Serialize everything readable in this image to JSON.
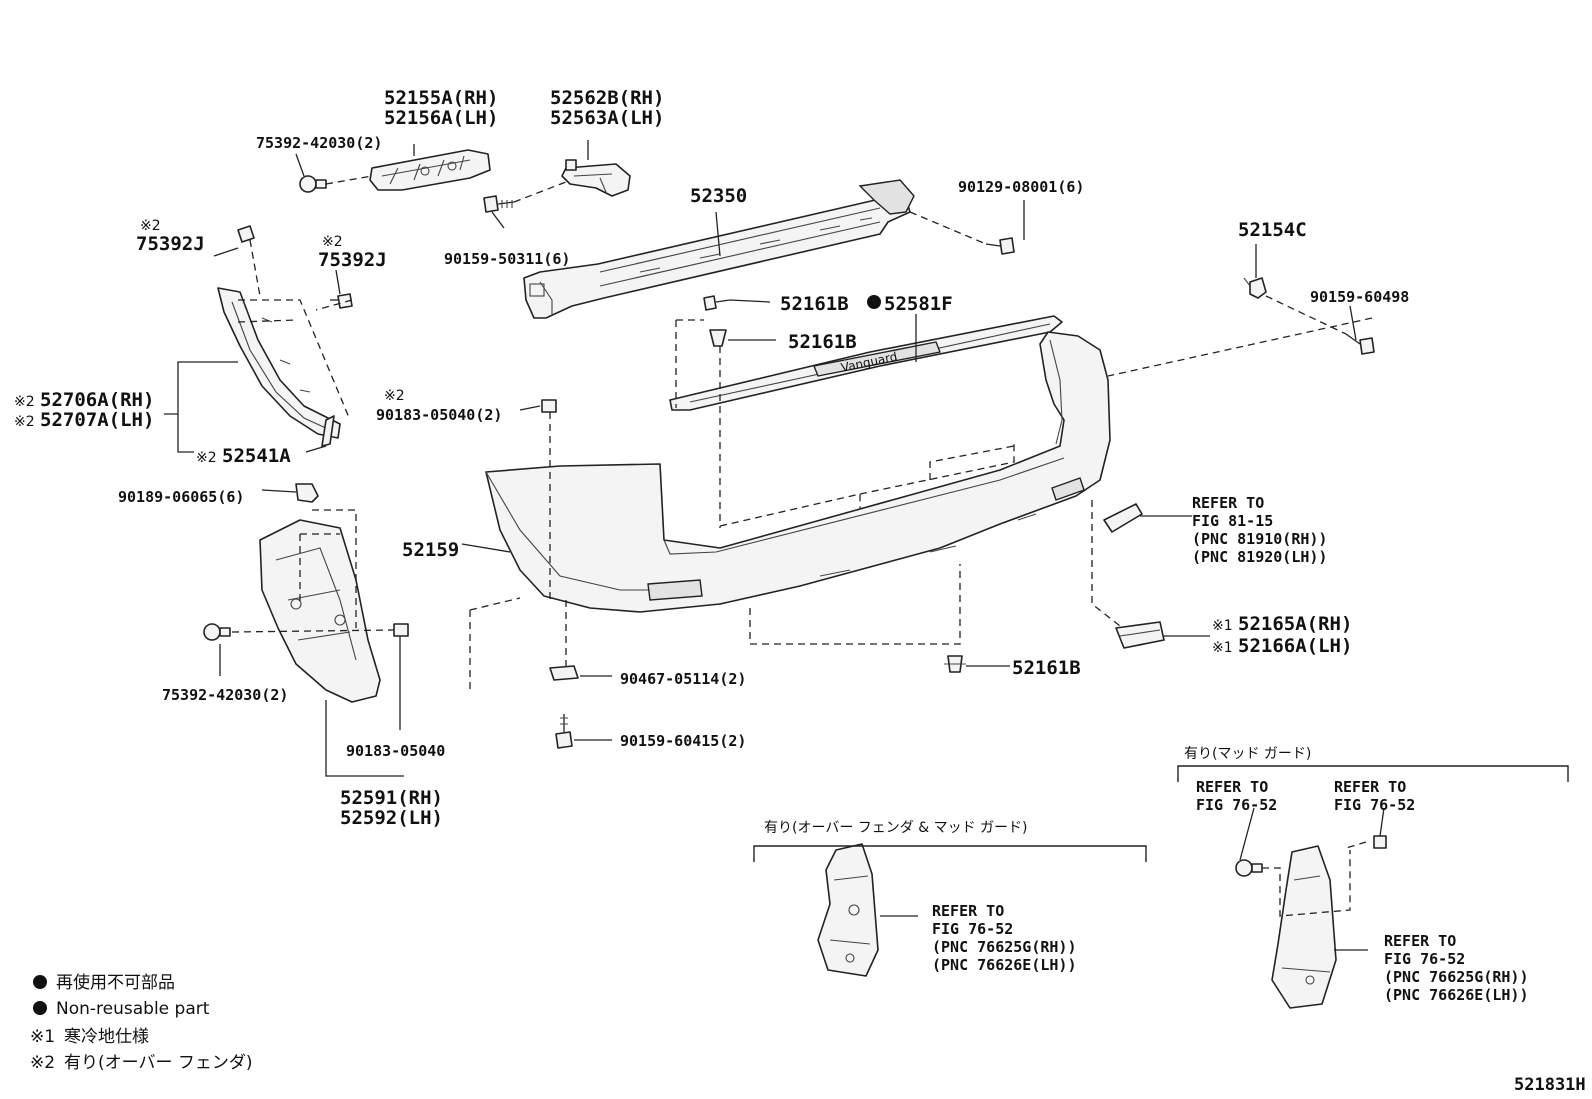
{
  "labels": {
    "p52155A": "52155A(RH)",
    "p52156A": "52156A(LH)",
    "p52562B": "52562B(RH)",
    "p52563A": "52563A(LH)",
    "p75392_42030_top": "75392-42030(2)",
    "p52350": "52350",
    "p90129": "90129-08001(6)",
    "p52154C": "52154C",
    "p90159_60498": "90159-60498",
    "p90159_50311": "90159-50311(6)",
    "mark2_a": "※2",
    "p75392J_a": "75392J",
    "mark2_b": "※2",
    "p75392J_b": "75392J",
    "p52161B_a": "52161B",
    "p52161B_b": "52161B",
    "p52581F": "52581F",
    "p52706A": "52706A(RH)",
    "p52707A": "52707A(LH)",
    "mark2_c": "※2",
    "mark2_d": "※2",
    "mark2_e": "※2",
    "p52541A": "52541A",
    "mark2_f": "※2",
    "p90183_05040_2": "90183-05040(2)",
    "p90189": "90189-06065(6)",
    "p52159": "52159",
    "refer_a_1": "REFER TO",
    "refer_a_2": "FIG 81-15",
    "refer_a_3": "(PNC 81910(RH))",
    "refer_a_4": "(PNC 81920(LH))",
    "mark1_a": "※1",
    "p52165A": "52165A(RH)",
    "mark1_b": "※1",
    "p52166A": "52166A(LH)",
    "p75392_42030_bot": "75392-42030(2)",
    "p90467": "90467-05114(2)",
    "p52161B_c": "52161B",
    "p90159_60415": "90159-60415(2)",
    "p90183_05040": "90183-05040",
    "p52591": "52591(RH)",
    "p52592": "52592(LH)",
    "cond_mudguard": "有り(マッド ガード)",
    "refer_b_1": "REFER TO",
    "refer_b_2": "FIG 76-52",
    "refer_c_1": "REFER TO",
    "refer_c_2": "FIG 76-52",
    "cond_fender_mud": "有り(オーバー フェンダ & マッド ガード)",
    "refer_d_1": "REFER TO",
    "refer_d_2": "FIG 76-52",
    "refer_d_3": "(PNC 76625G(RH))",
    "refer_d_4": "(PNC 76626E(LH))",
    "refer_e_1": "REFER TO",
    "refer_e_2": "FIG 76-52",
    "refer_e_3": "(PNC 76625G(RH))",
    "refer_e_4": "(PNC 76626E(LH))",
    "emblem_text": "Vanguard"
  },
  "legend": {
    "bullet_jp": "再使用不可部品",
    "bullet_en": "Non-reusable part",
    "note1_mark": "※1",
    "note1_text": "寒冷地仕様",
    "note2_mark": "※2",
    "note2_text": "有り(オーバー フェンダ)"
  },
  "figure_id": "521831H"
}
